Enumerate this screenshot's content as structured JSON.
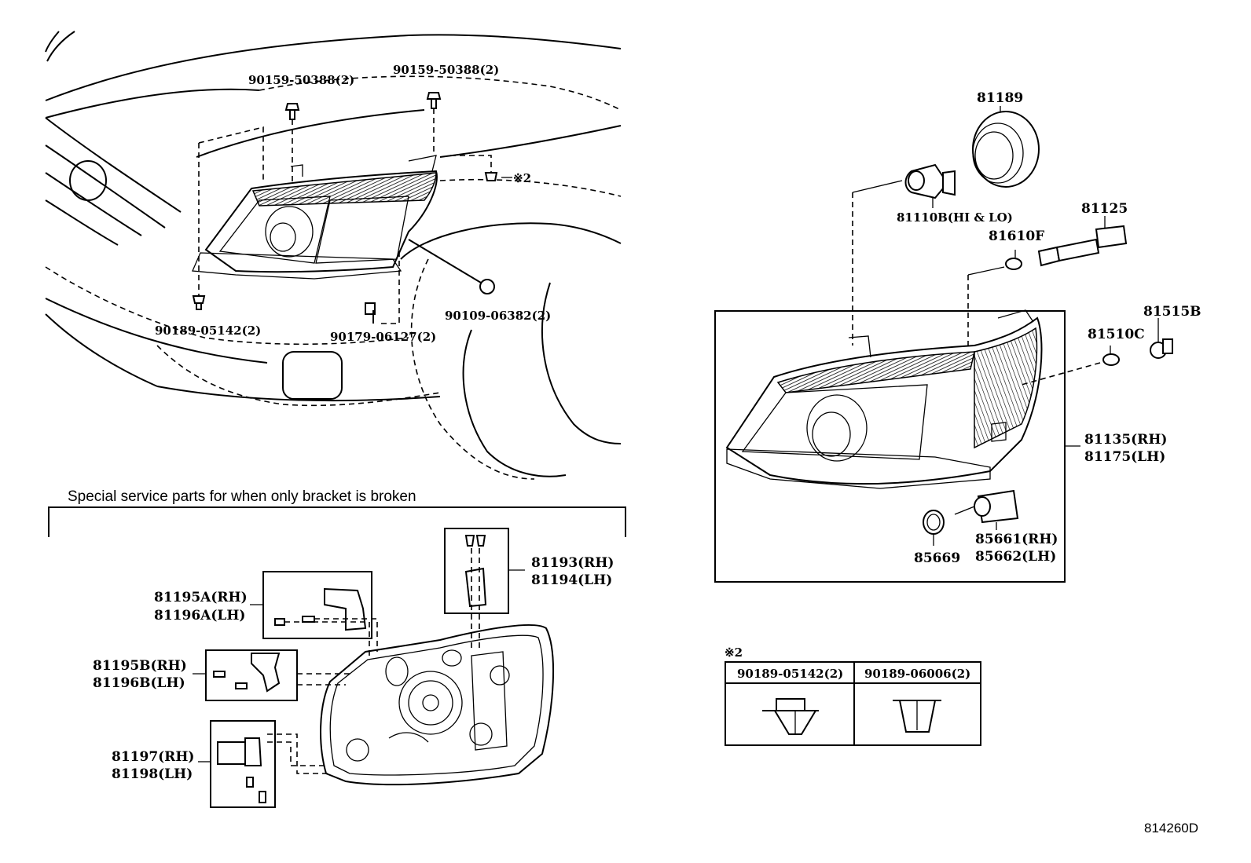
{
  "vehicle_view": {
    "labels": {
      "bolt_top_left": "90159-50388(2)",
      "bolt_top_right": "90159-50388(2)",
      "clip_marker": "※2",
      "clip_bottom_left": "90189-05142(2)",
      "nut_center": "90179-06127(2)",
      "screw_right": "90109-06382(2)"
    }
  },
  "lamp_assembly": {
    "labels": {
      "socket_cover": "81189",
      "bulb_main": "81110B(HI & LO)",
      "socket_wire": "81125",
      "bulb_small": "81610F",
      "socket_side": "81515B",
      "bulb_side": "81510C",
      "unit_rh": "81135(RH)",
      "unit_lh": "81175(LH)",
      "o_ring": "85669",
      "actuator_rh": "85661(RH)",
      "actuator_lh": "85662(LH)"
    }
  },
  "service_parts": {
    "caption": "Special service parts for when only bracket is broken",
    "labels": {
      "bracket_a_rh": "81195A(RH)",
      "bracket_a_lh": "81196A(LH)",
      "bracket_b_rh": "81195B(RH)",
      "bracket_b_lh": "81196B(LH)",
      "bracket_c_rh": "81197(RH)",
      "bracket_c_lh": "81198(LH)",
      "bracket_top_rh": "81193(RH)",
      "bracket_top_lh": "81194(LH)"
    }
  },
  "clip_table": {
    "marker": "※2",
    "headers": [
      "90189-05142(2)",
      "90189-06006(2)"
    ]
  },
  "diagram_code": "814260D"
}
